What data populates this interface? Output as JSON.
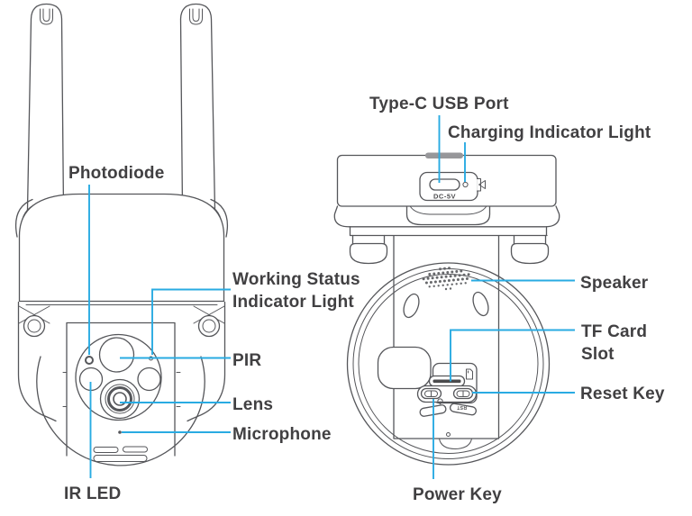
{
  "colors": {
    "leader": "#29abe2",
    "outline": "#55565a",
    "text": "#414042",
    "engrave": "#4a4a4c",
    "grille": "#66676a",
    "bg": "#ffffff"
  },
  "front_view": {
    "labels": {
      "photodiode": "Photodiode",
      "working_status": [
        "Working Status",
        "Indicator Light"
      ],
      "pir": "PIR",
      "lens": "Lens",
      "microphone": "Microphone",
      "ir_led": "IR LED"
    }
  },
  "bottom_view": {
    "labels": {
      "type_c_usb_port": "Type-C USB Port",
      "charging_indicator_light": "Charging Indicator Light",
      "speaker": "Speaker",
      "tf_card_slot": [
        "TF Card",
        "Slot"
      ],
      "reset_key": "Reset Key",
      "power_key": "Power Key"
    },
    "engravings": {
      "dc_5v": "DC-5V",
      "rst": "RST"
    }
  }
}
